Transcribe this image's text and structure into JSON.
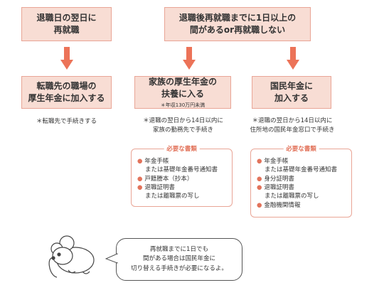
{
  "colors": {
    "box_fill": "#f8ddd4",
    "box_border": "#e9a596",
    "accent": "#e2735b",
    "arrow": "#ec7358"
  },
  "top_left": {
    "line1": "退職日の翌日に",
    "line2": "再就職"
  },
  "top_right": {
    "line1": "退職後再就職までに1日以上の",
    "line2": "間があるor再就職しない"
  },
  "col1": {
    "box": {
      "line1": "転職先の職場の",
      "line2": "厚生年金に加入する"
    },
    "note": "＊転職先で手続きする"
  },
  "col2": {
    "box": {
      "line1": "家族の厚生年金の",
      "line2": "扶養に入る",
      "sub": "＊年収130万円未満"
    },
    "note": {
      "line1": "＊退職の翌日から14日以内に",
      "line2": "家族の勤務先で手続き"
    },
    "docs": {
      "title": "必要な書類",
      "items": [
        {
          "bullet": true,
          "text": "年金手帳"
        },
        {
          "bullet": false,
          "text": "または基礎年金番号通知書"
        },
        {
          "bullet": true,
          "text": "戸籍謄本（抄本）"
        },
        {
          "bullet": true,
          "text": "退職証明書"
        },
        {
          "bullet": false,
          "text": "または離職票の写し"
        }
      ]
    }
  },
  "col3": {
    "box": {
      "line1": "国民年金に",
      "line2": "加入する"
    },
    "note": {
      "line1": "＊退職の翌日から14日以内に",
      "line2": "住所地の国民年金窓口で手続き"
    },
    "docs": {
      "title": "必要な書類",
      "items": [
        {
          "bullet": true,
          "text": "年金手帳"
        },
        {
          "bullet": false,
          "text": "または基礎年金番号通知書"
        },
        {
          "bullet": true,
          "text": "身分証明書"
        },
        {
          "bullet": true,
          "text": "退職証明書"
        },
        {
          "bullet": false,
          "text": "または離職票の写し"
        },
        {
          "bullet": true,
          "text": "金融機関情報"
        }
      ]
    }
  },
  "speech": {
    "line1": "再就職までに1日でも",
    "line2": "間がある場合は国民年金に",
    "line3": "切り替える手続きが必要になるよ。"
  },
  "mascot_icon": "mouse-icon"
}
